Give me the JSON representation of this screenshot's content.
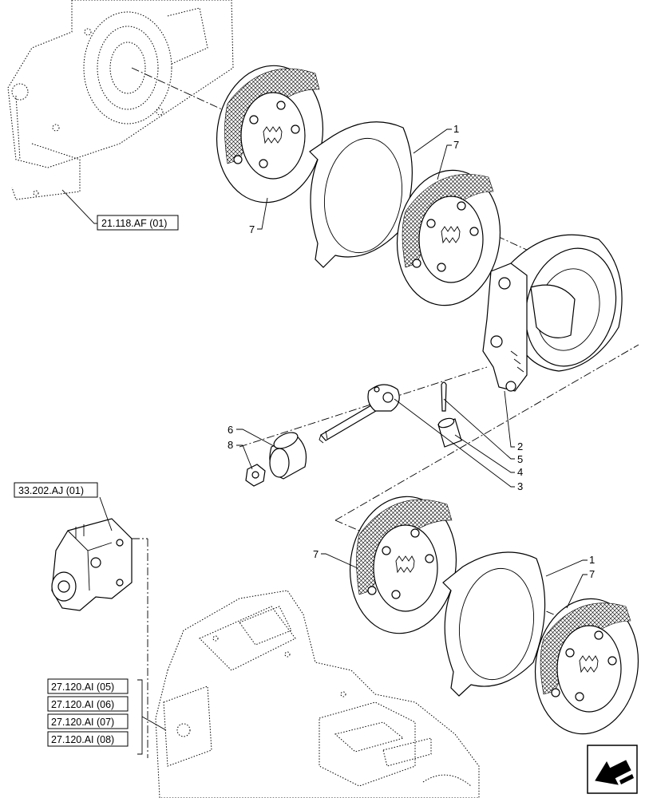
{
  "callouts": {
    "c1a": "1",
    "c7a": "7",
    "c7b": "7",
    "c2": "2",
    "c5": "5",
    "c4": "4",
    "c3": "3",
    "c6": "6",
    "c8": "8",
    "c7c": "7",
    "c1b": "1",
    "c7d": "7"
  },
  "references": {
    "ref_21118af": "21.118.AF (01)",
    "ref_33202aj": "33.202.AJ (01)",
    "ref_27120ai_05": "27.120.AI (05)",
    "ref_27120ai_06": "27.120.AI (06)",
    "ref_27120ai_07": "27.120.AI (07)",
    "ref_27120ai_08": "27.120.AI (08)"
  },
  "icons": {
    "nav": "arrow-previous-icon"
  }
}
